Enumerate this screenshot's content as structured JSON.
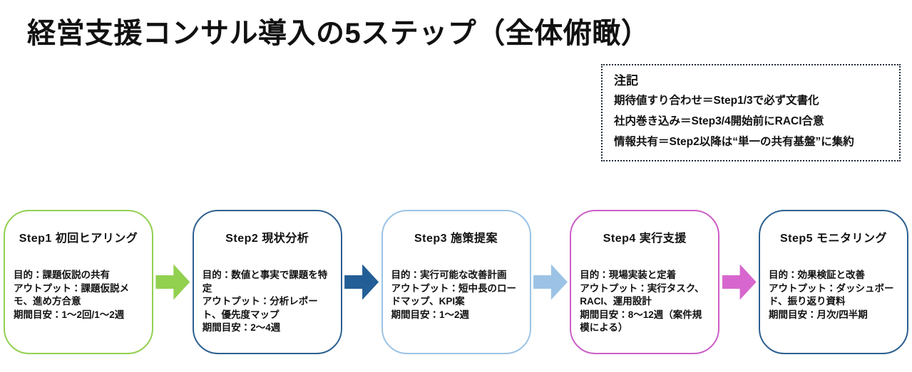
{
  "page": {
    "title": "経営支援コンサル導入の5ステップ（全体俯瞰）"
  },
  "note": {
    "heading": "注記",
    "lines": [
      "期待値すり合わせ＝Step1/3で必ず文書化",
      "社内巻き込み＝Step3/4開始前にRACI合意",
      "情報共有＝Step2以降は“単一の共有基盤”に集約"
    ],
    "border_color": "#222b36"
  },
  "steps": [
    {
      "title": "Step1 初回ヒアリング",
      "purpose": "目的：課題仮説の共有",
      "output": "アウトプット：課題仮説メモ、進め方合意",
      "duration": "期間目安：1～2回/1～2週",
      "border_color": "#92d050"
    },
    {
      "title": "Step2 現状分析",
      "purpose": "目的：数値と事実で課題を特定",
      "output": "アウトプット：分析レポート、優先度マップ",
      "duration": "期間目安：2～4週",
      "border_color": "#2d608f"
    },
    {
      "title": "Step3 施策提案",
      "purpose": "目的：実行可能な改善計画",
      "output": "アウトプット：短中長のロードマップ、KPI案",
      "duration": "期間目安：1～2週",
      "border_color": "#9cc3e5"
    },
    {
      "title": "Step4 実行支援",
      "purpose": "目的：現場実装と定着",
      "output": "アウトプット：実行タスク、RACI、運用設計",
      "duration": "期間目安：8～12週（案件規模による）",
      "border_color": "#cb5fc6"
    },
    {
      "title": "Step5 モニタリング",
      "purpose": "目的：効果検証と改善",
      "output": "アウトプット：ダッシュボード、振り返り資料",
      "duration": "期間目安：月次/四半期",
      "border_color": "#2d608f"
    }
  ],
  "arrows": [
    {
      "color": "#92d050"
    },
    {
      "color": "#235e96"
    },
    {
      "color": "#9cc3e5"
    },
    {
      "color": "#d767ce"
    }
  ]
}
